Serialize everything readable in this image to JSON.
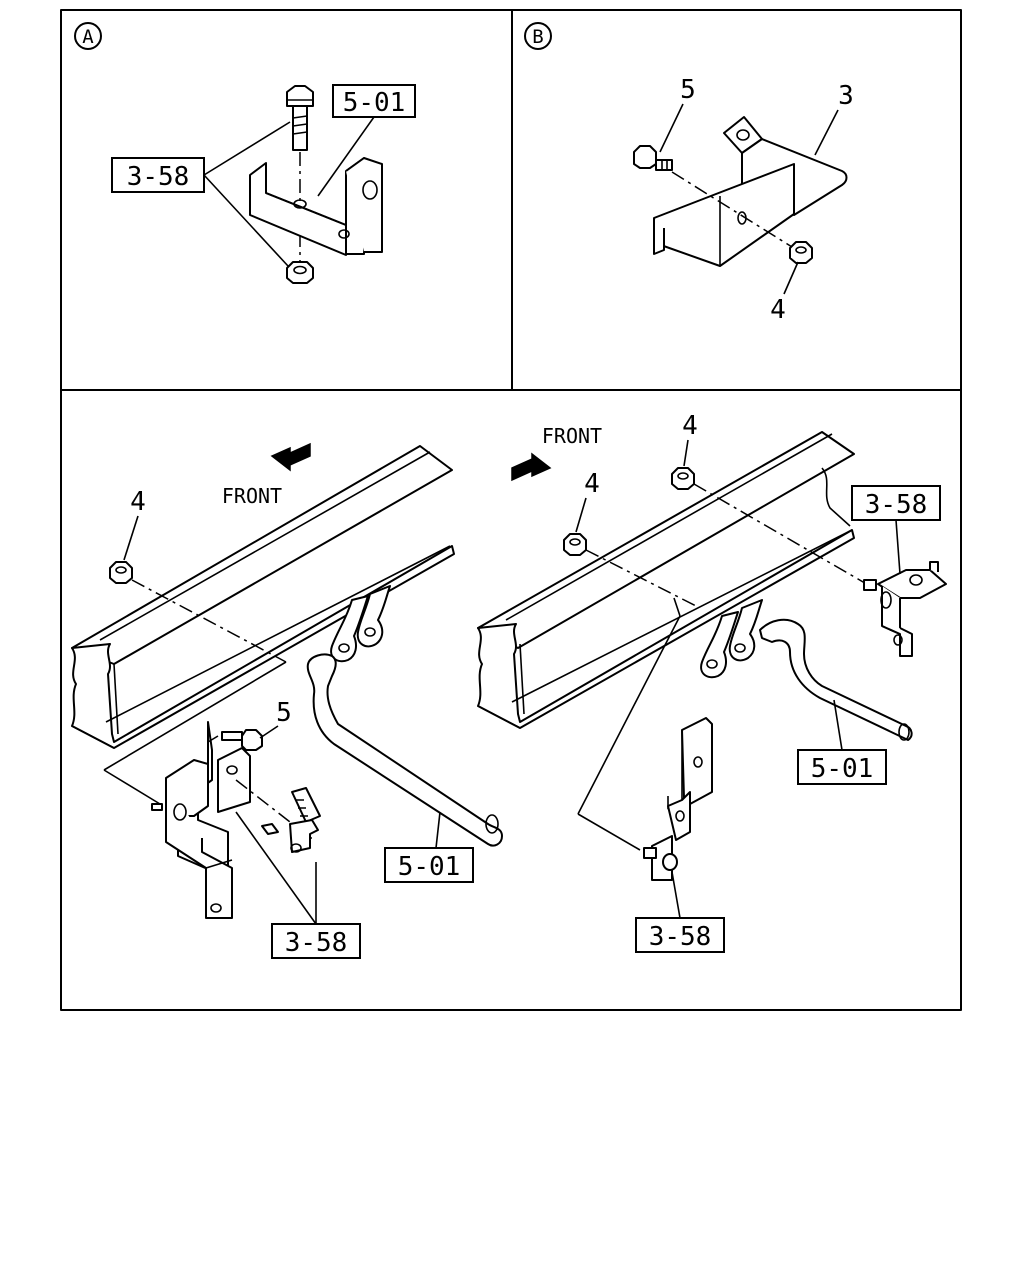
{
  "panels": {
    "a": {
      "badge": "A"
    },
    "b": {
      "badge": "B"
    }
  },
  "callouts": {
    "a_5_01": "5-01",
    "a_3_58": "3-58",
    "b_5": "5",
    "b_3": "3",
    "b_4": "4",
    "left_4": "4",
    "left_5": "5",
    "left_5_01": "5-01",
    "left_3_58": "3-58",
    "right_4a": "4",
    "right_4b": "4",
    "right_3_58_top": "3-58",
    "right_5_01": "5-01",
    "right_3_58_bottom": "3-58"
  },
  "front_labels": {
    "left": "FRONT",
    "right": "FRONT"
  },
  "colors": {
    "ink": "#000000",
    "paper": "#ffffff"
  }
}
